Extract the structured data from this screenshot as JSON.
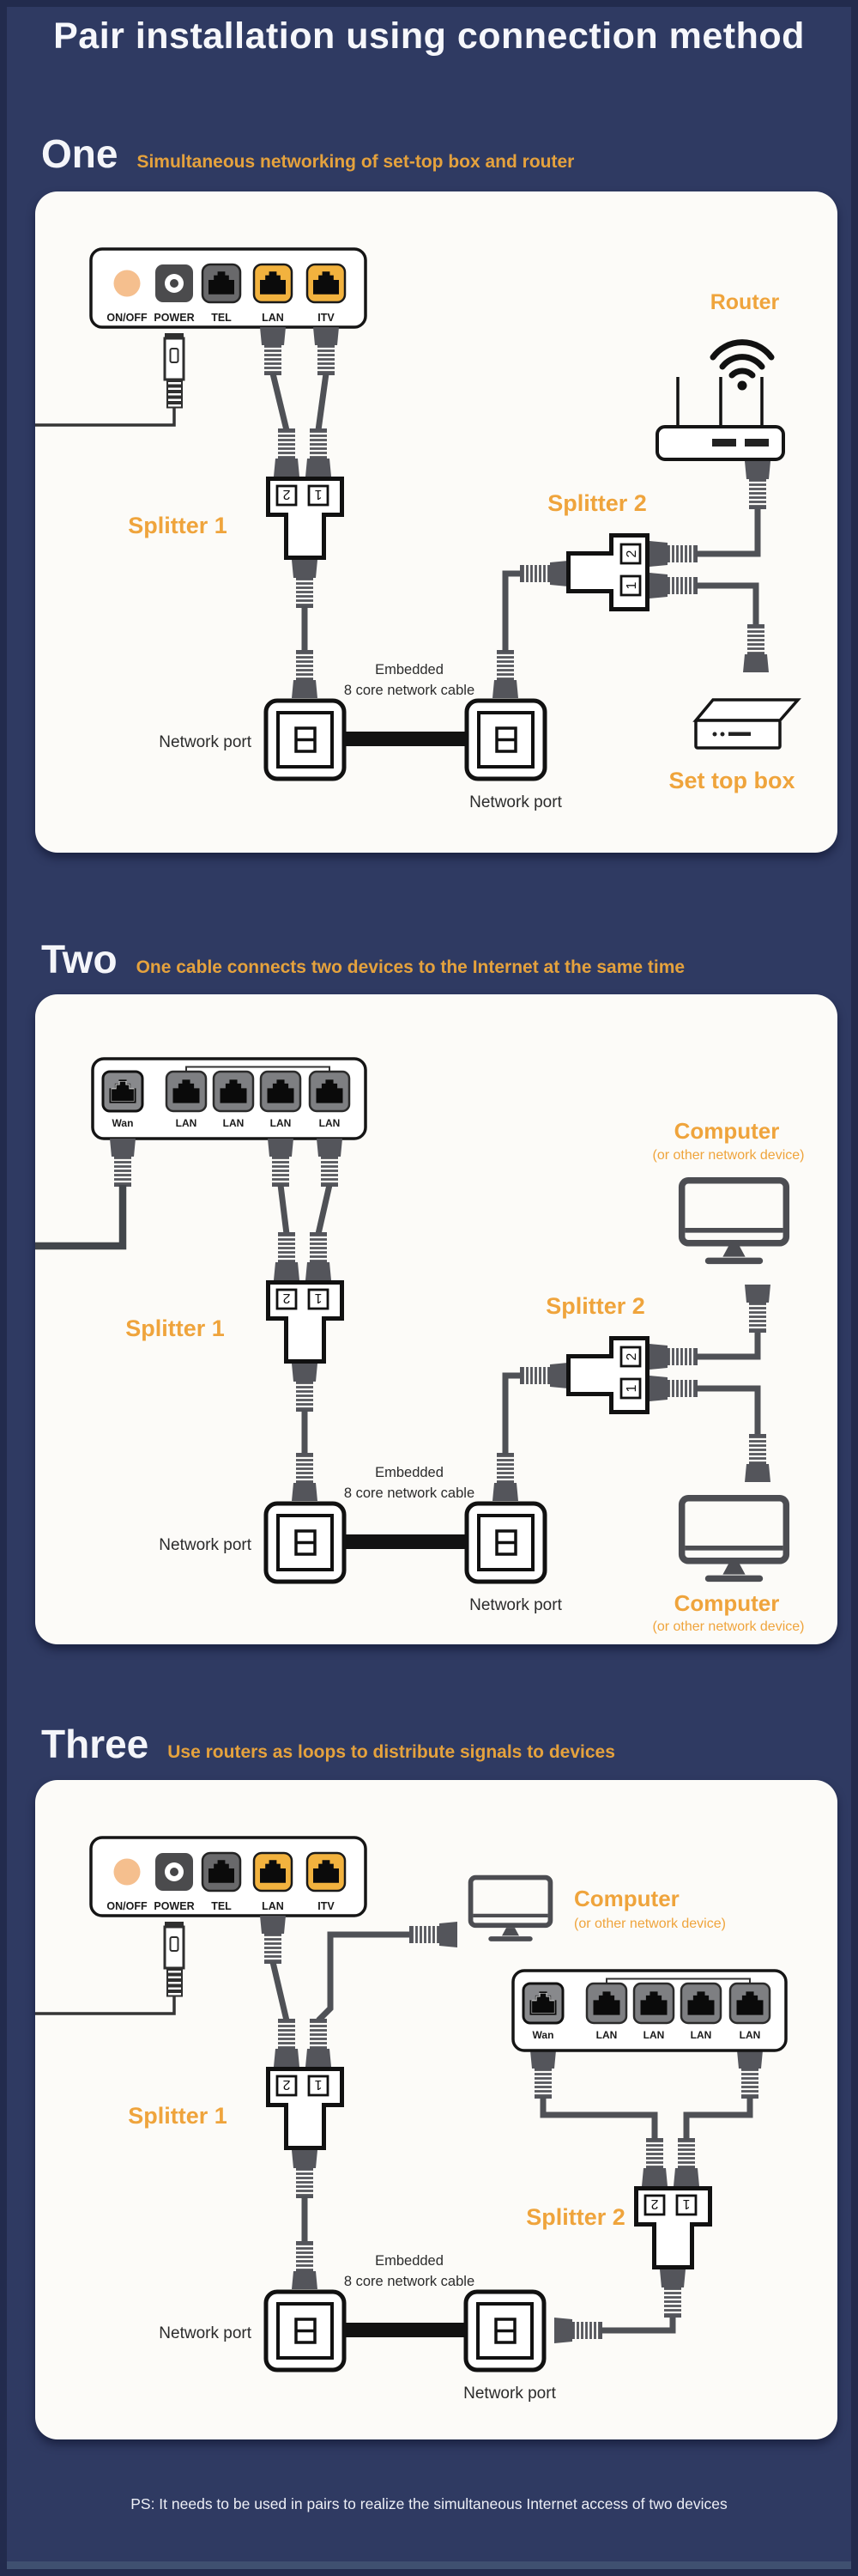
{
  "page": {
    "title": "Pair installation using connection method",
    "footer": "PS: It needs to be used in pairs to realize the simultaneous Internet access of two devices"
  },
  "colors": {
    "background_navy": "#2f3a62",
    "card_white": "#fcfbf8",
    "accent_orange": "#efa43c",
    "cable_gray": "#4f5156",
    "port_orange": "#f2b23e",
    "onoff_peach": "#f5bf8e"
  },
  "sections": [
    {
      "number": "One",
      "subtitle": "Simultaneous networking of set-top box and router"
    },
    {
      "number": "Two",
      "subtitle": "One cable connects two devices to the Internet at the same time"
    },
    {
      "number": "Three",
      "subtitle": "Use routers as loops to distribute signals to devices"
    }
  ],
  "modem_ports": [
    "ON/OFF",
    "POWER",
    "TEL",
    "LAN",
    "ITV"
  ],
  "router_ports": [
    "Wan",
    "LAN",
    "LAN",
    "LAN",
    "LAN"
  ],
  "labels": {
    "splitter1": "Splitter 1",
    "splitter2": "Splitter 2",
    "network_port": "Network port",
    "embedded_line1": "Embedded",
    "embedded_line2": "8 core network cable",
    "router": "Router",
    "set_top_box": "Set top box",
    "computer": "Computer",
    "computer_sub": "(or other network device)",
    "port_no_1": "1",
    "port_no_2": "2"
  }
}
